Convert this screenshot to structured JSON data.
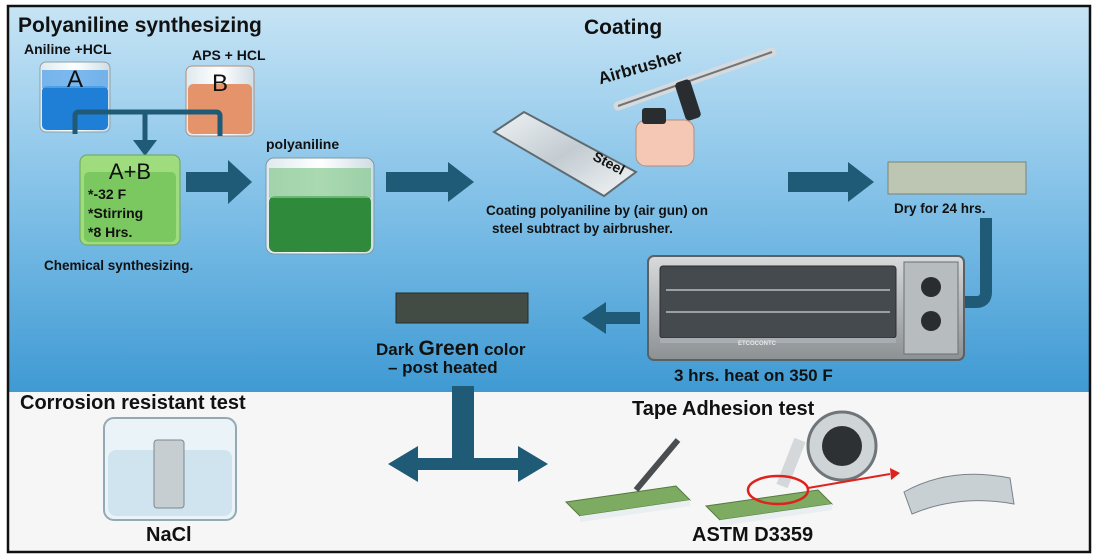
{
  "sections": {
    "synthesis": {
      "title": "Polyaniline synthesizing",
      "beaker_a_label": "Aniline +HCL",
      "beaker_a_letter": "A",
      "beaker_b_label": "APS + HCL",
      "beaker_b_letter": "B",
      "mix_letter": "A+B",
      "conditions": [
        "*-32 F",
        "*Stirring",
        "*8 Hrs."
      ],
      "caption": "Chemical synthesizing.",
      "product_label": "polyaniline"
    },
    "coating": {
      "title": "Coating",
      "tool_label": "Airbrusher",
      "plate_label": "Steel",
      "caption_line1": "Coating polyaniline by (air gun) on",
      "caption_line2": "steel  subtract  by airbrusher."
    },
    "drying": {
      "caption": "Dry for 24 hrs."
    },
    "heating": {
      "caption": "3 hrs. heat on 350 F",
      "oven_brand": "ETCOCONTC"
    },
    "post_heat": {
      "line1_start": "Dark ",
      "line1_emphasis": "Green",
      "line1_end": " color",
      "line2": "– post heated"
    },
    "corrosion": {
      "title": "Corrosion resistant test",
      "solution_label": "NaCl"
    },
    "adhesion": {
      "title": "Tape Adhesion test",
      "standard_label": "ASTM D3359"
    }
  },
  "colors": {
    "panel_top": "#b9dcf1",
    "panel_bottom": "#3f9ad3",
    "lower_band": "#f6f6f6",
    "arrow": "#1f5a76",
    "aniline_blue": "#1f7fd6",
    "aps_orange": "#e5936b",
    "mix_green": "#74c45a",
    "polyaniline_green": "#2f8a3b",
    "dry_plate": "#bcc6b2",
    "dark_green_plate": "#434c44",
    "annotation_red": "#e0221c"
  }
}
